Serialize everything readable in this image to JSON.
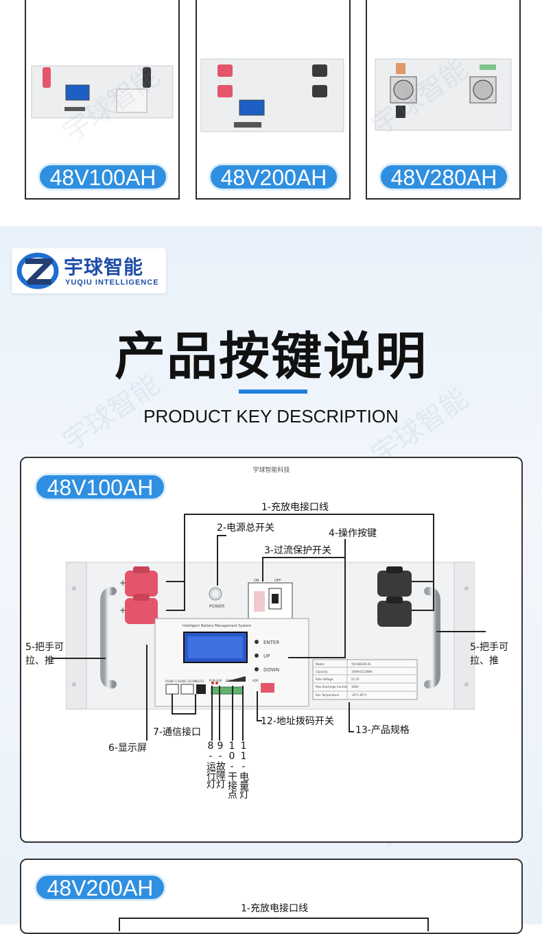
{
  "products": [
    {
      "label": "48V100AH"
    },
    {
      "label": "48V200AH"
    },
    {
      "label": "48V280AH"
    }
  ],
  "logo": {
    "cn": "宇球智能",
    "en": "YUQIU INTELLIGENCE"
  },
  "section": {
    "title": "产品按键说明",
    "subtitle": "PRODUCT KEY DESCRIPTION"
  },
  "panel1": {
    "model": "48V100AH",
    "top_caption": "宇球智能科技",
    "device": {
      "power": "POWER",
      "bms_title": "Intelligent Battery Management System",
      "keys": [
        "ENTER",
        "UP",
        "DOWN"
      ],
      "switch_on": "ON",
      "switch_off": "OFF",
      "ports": [
        "RS485-1",
        "RS485-2/CAN",
        "RS232"
      ],
      "leds": "RUN ALM",
      "soc": "SOC",
      "adr": "ADR",
      "spec_rows": [
        [
          "Model",
          "YD-A48100-01"
        ],
        [
          "Capacity",
          "100Ah/5120Wh"
        ],
        [
          "Rate Voltage",
          "51.2V"
        ],
        [
          "Max Discharge Current",
          "100A"
        ],
        [
          "Run Temperature",
          "-20°C-65°C"
        ]
      ]
    },
    "labels": {
      "l1": "1-充放电接口线",
      "l2": "2-电源总开关",
      "l3": "3-过流保护开关",
      "l4": "4-操作按键",
      "l5a": "5-把手可\n拉、推",
      "l5b": "5-把手可\n拉、推",
      "l6": "6-显示屏",
      "l7": "7-通信接口",
      "l8": "8-运行灯",
      "l9": "9-故障灯",
      "l10": "10-干接点",
      "l11": "11-电量灯",
      "l12": "12-地址拨码开关",
      "l13": "13-产品规格"
    }
  },
  "panel2": {
    "model": "48V200AH",
    "l1": "1-充放电接口线"
  },
  "watermark": "宇球智能",
  "colors": {
    "accent": "#2f8fe0",
    "terminal_red": "#e4556b",
    "terminal_black": "#3a3a3a"
  }
}
